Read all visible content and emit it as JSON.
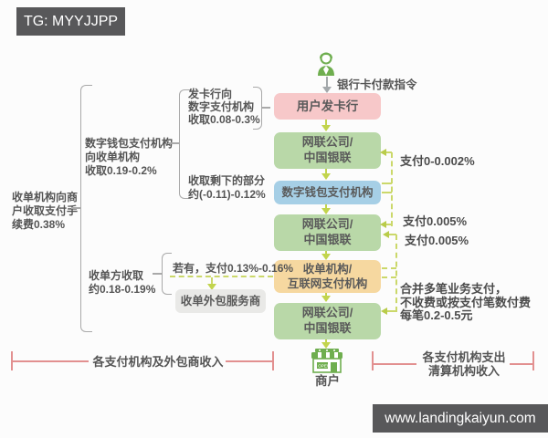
{
  "header": {
    "tag_label": "TG: MYYJJPP"
  },
  "footer": {
    "site_url": "www.landingkaiyun.com"
  },
  "colors": {
    "dark_bar": "#58585a",
    "pink_box": "#f7c8c9",
    "green_box": "#b9d8a8",
    "blue_box": "#a6cfe6",
    "orange_box": "#f6d8a0",
    "gray_box": "#e9e9e7",
    "flow_arrow": "#c2d44d",
    "dashed_line": "#cbd86a",
    "bracket_gray": "#a9a9a9",
    "bracket_red": "#e29090",
    "icon_green": "#6fae4f"
  },
  "top": {
    "instruction_label": "银行卡付款指令",
    "user_icon": "person-icon"
  },
  "flow_boxes": [
    {
      "l1": "用户发卡行"
    },
    {
      "l1": "网联公司/",
      "l2": "中国银联"
    },
    {
      "l1": "数字钱包支付机构"
    },
    {
      "l1": "网联公司/",
      "l2": "中国银联"
    },
    {
      "l1": "收单机构/",
      "l2": "互联网支付机构"
    },
    {
      "l1": "网联公司/",
      "l2": "中国银联"
    }
  ],
  "merchant": {
    "label": "商户",
    "icon": "storefront-icon"
  },
  "left_annotations": {
    "merchant_fee": {
      "l1": "收单机构向商",
      "l2": "户收取支付手",
      "l3": "续费0.38%"
    },
    "wallet_to_acquirer": {
      "l1": "数字钱包支付机构",
      "l2": "向收单机构",
      "l3": "收取0.19-0.2%"
    },
    "issuer_fee": {
      "l1": "发卡行向",
      "l2": "数字支付机构",
      "l3": "收取0.08-0.3%"
    },
    "remainder_fee": {
      "l1": "收取剩下的部分",
      "l2": "约(-0.11)-0.12%"
    },
    "acquirer_share": {
      "l1": "收单方收取",
      "l2": "约0.18-0.19%"
    },
    "outsourcing_fee": "若有，支付0.13%-0.16%",
    "outsourcing_box": "收单外包服务商"
  },
  "right_annotations": {
    "pay_clearing_1": "支付0-0.002%",
    "pay_clearing_2": "支付0.005%",
    "pay_clearing_3": "支付0.005%",
    "batch_note": {
      "l1": "合并多笔业务支付，",
      "l2": "不收费或按支付笔数付费",
      "l3": "每笔0.2-0.5元"
    }
  },
  "bottom_legend": {
    "left_label": "各支付机构及外包商收入",
    "right_label_l1": "各支付机构支出",
    "right_label_l2": "清算机构收入"
  }
}
